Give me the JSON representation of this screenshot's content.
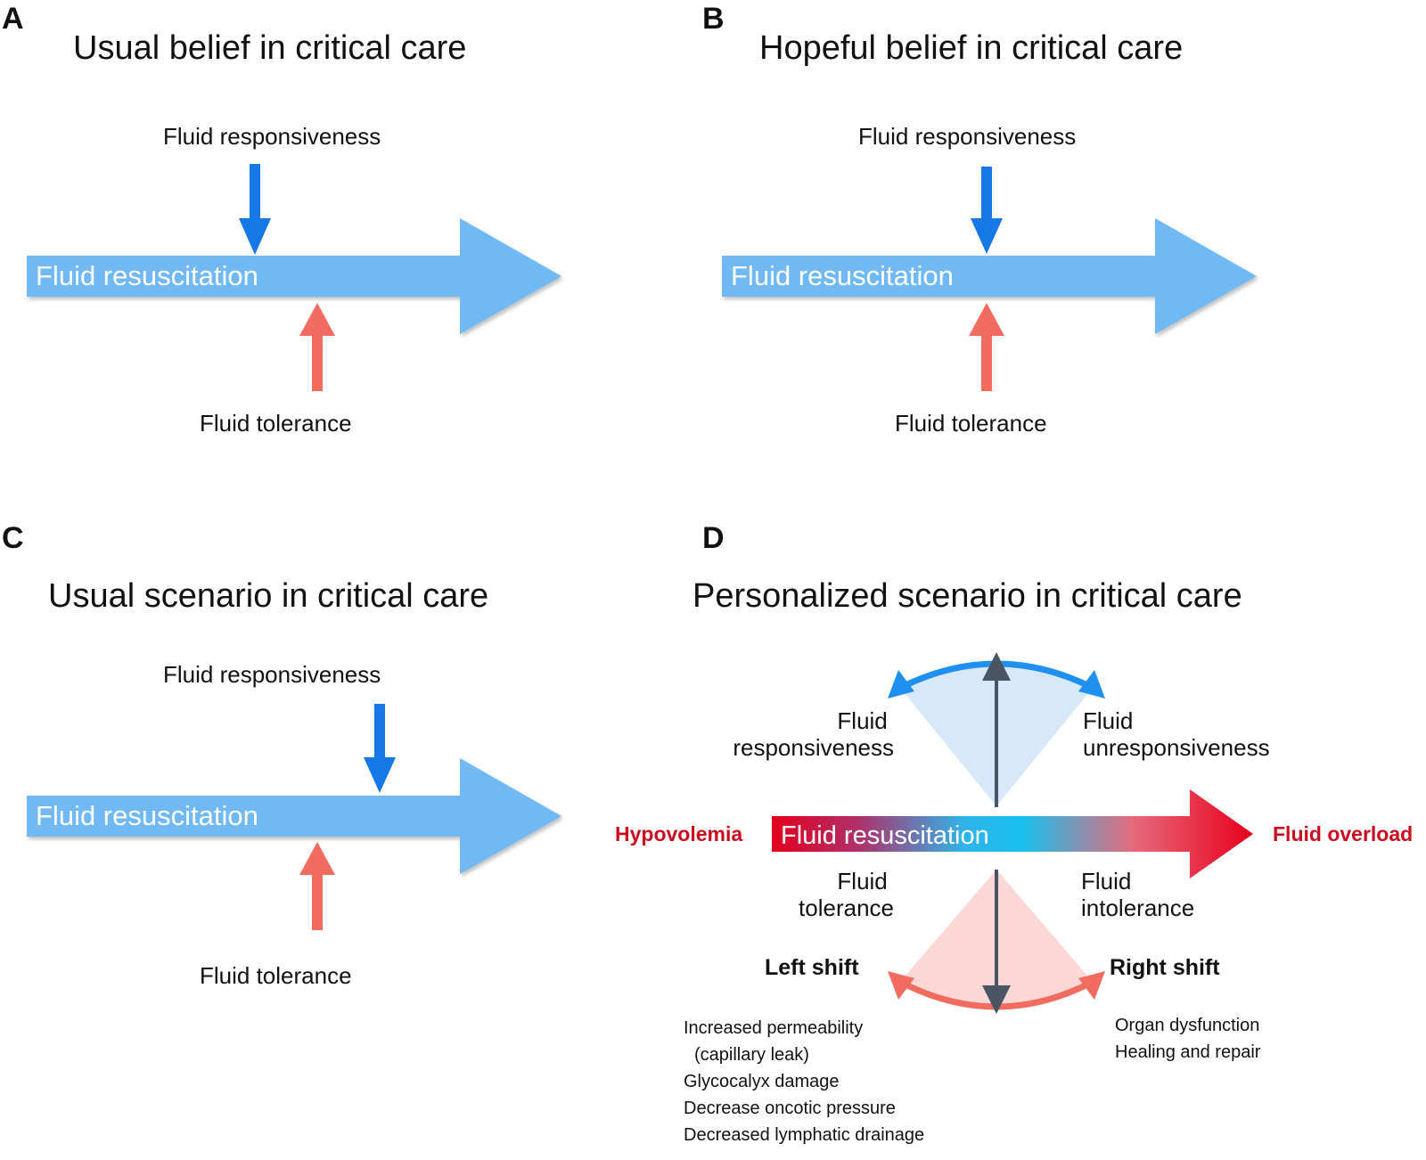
{
  "colors": {
    "light_blue_arrow": "#6fb9f5",
    "blue_arrow": "#1677e6",
    "red_arrow": "#f26b5f",
    "dark_arrow": "#4a5563",
    "overload_red": "#e8001c",
    "label_red": "#cc0a1e"
  },
  "panel_a": {
    "letter": "A",
    "title": "Usual belief in critical care",
    "top_label": "Fluid responsiveness",
    "bar_label": "Fluid resuscitation",
    "bottom_label": "Fluid tolerance"
  },
  "panel_b": {
    "letter": "B",
    "title": "Hopeful belief in critical care",
    "top_label": "Fluid responsiveness",
    "bar_label": "Fluid resuscitation",
    "bottom_label": "Fluid tolerance"
  },
  "panel_c": {
    "letter": "C",
    "title": "Usual scenario in critical care",
    "top_label": "Fluid responsiveness",
    "bar_label": "Fluid resuscitation",
    "bottom_label": "Fluid tolerance"
  },
  "panel_d": {
    "letter": "D",
    "title": "Personalized scenario in critical care",
    "left_end": "Hypovolemia",
    "right_end": "Fluid overload",
    "bar_label": "Fluid resuscitation",
    "top_left": [
      "Fluid",
      "responsiveness"
    ],
    "top_right": [
      "Fluid",
      "unresponsiveness"
    ],
    "bottom_left": [
      "Fluid",
      "tolerance"
    ],
    "bottom_right": [
      "Fluid",
      "intolerance"
    ],
    "left_shift": "Left shift",
    "right_shift": "Right shift",
    "left_factors": [
      "Increased permeability",
      "(capillary leak)",
      "Glycocalyx damage",
      "Decrease oncotic pressure",
      "Decreased lymphatic drainage"
    ],
    "right_factors": [
      "Organ dysfunction",
      "Healing and repair"
    ]
  }
}
